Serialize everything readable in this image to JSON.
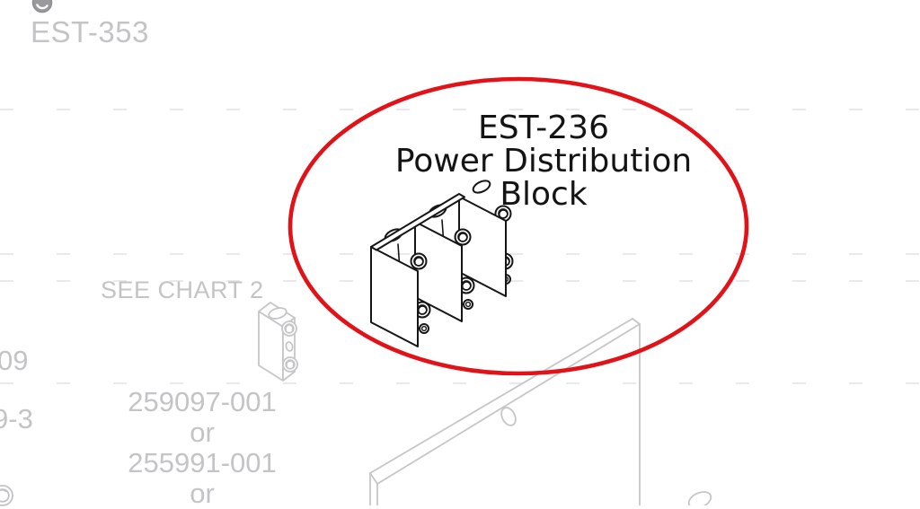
{
  "colors": {
    "highlight_red": "#e21318",
    "gray_text": "#c4c4c6",
    "gray_line": "#c6c6c8",
    "black_line": "#161616"
  },
  "labels": {
    "top_left_part": "EST-353",
    "see_chart": "SEE CHART 2",
    "left_partial_top": "09",
    "left_partial_bottom": "9-3"
  },
  "part_numbers": {
    "lines": [
      "259097-001",
      "or",
      "255991-001",
      "or"
    ]
  },
  "callout": {
    "line1": "EST-236",
    "line2": "Power Distribution",
    "line3": "Block"
  },
  "icons": {
    "top_left": "screw-head-icon",
    "bottom_left": "screw-head-icon"
  }
}
